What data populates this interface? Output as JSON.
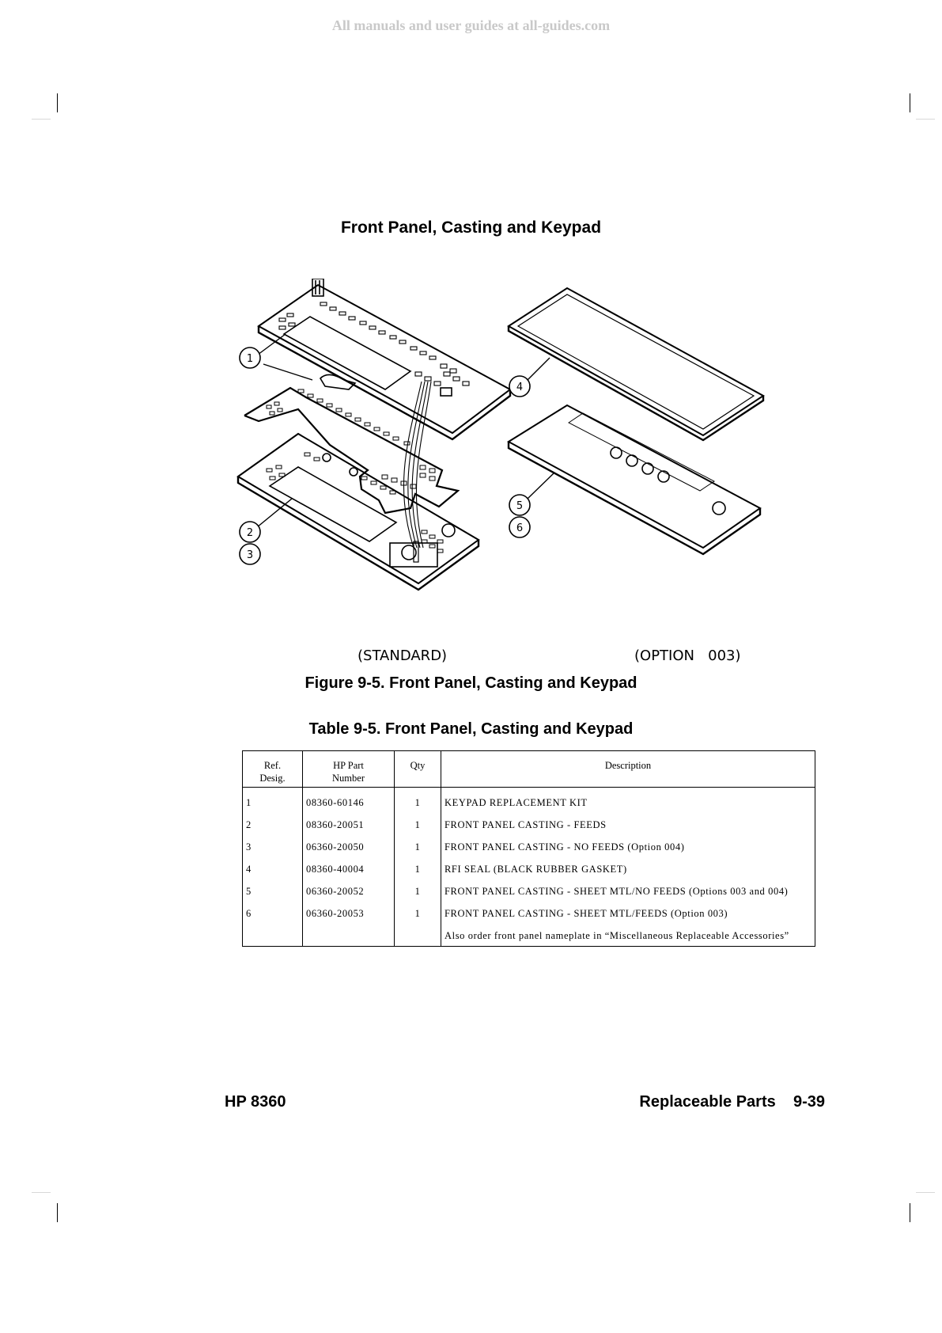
{
  "watermark": "All manuals and user guides at all-guides.com",
  "title": "Front Panel, Casting and Keypad",
  "figure": {
    "callouts": [
      "1",
      "2",
      "3",
      "4",
      "5",
      "6"
    ],
    "label_standard": "(STANDARD)",
    "label_option": "(OPTION   003)",
    "caption": "Figure 9-5. Front Panel, Casting and Keypad"
  },
  "table": {
    "caption": "Table 9-5. Front Panel, Casting and Keypad",
    "headers": [
      "Ref.\nDesig.",
      "HP Part\nNumber",
      "Qty",
      "Description"
    ],
    "rows": [
      {
        "ref": "1",
        "part": "08360-60146",
        "qty": "1",
        "desc": "KEYPAD REPLACEMENT KIT"
      },
      {
        "ref": "2",
        "part": "08360-20051",
        "qty": "1",
        "desc": "FRONT PANEL CASTING - FEEDS"
      },
      {
        "ref": "3",
        "part": "06360-20050",
        "qty": "1",
        "desc": "FRONT PANEL CASTING - NO FEEDS (Option 004)"
      },
      {
        "ref": "4",
        "part": "08360-40004",
        "qty": "1",
        "desc": "RFI SEAL (BLACK RUBBER GASKET)"
      },
      {
        "ref": "5",
        "part": "06360-20052",
        "qty": "1",
        "desc": "FRONT PANEL CASTING - SHEET MTL/NO FEEDS (Options 003 and 004)"
      },
      {
        "ref": "6",
        "part": "06360-20053",
        "qty": "1",
        "desc": "FRONT PANEL CASTING - SHEET MTL/FEEDS (Option 003)"
      },
      {
        "ref": "",
        "part": "",
        "qty": "",
        "desc": "Also order front panel nameplate in “Miscellaneous Replaceable Accessories”"
      }
    ]
  },
  "footer": {
    "left": "HP 8360",
    "right": "Replaceable Parts    9-39"
  }
}
